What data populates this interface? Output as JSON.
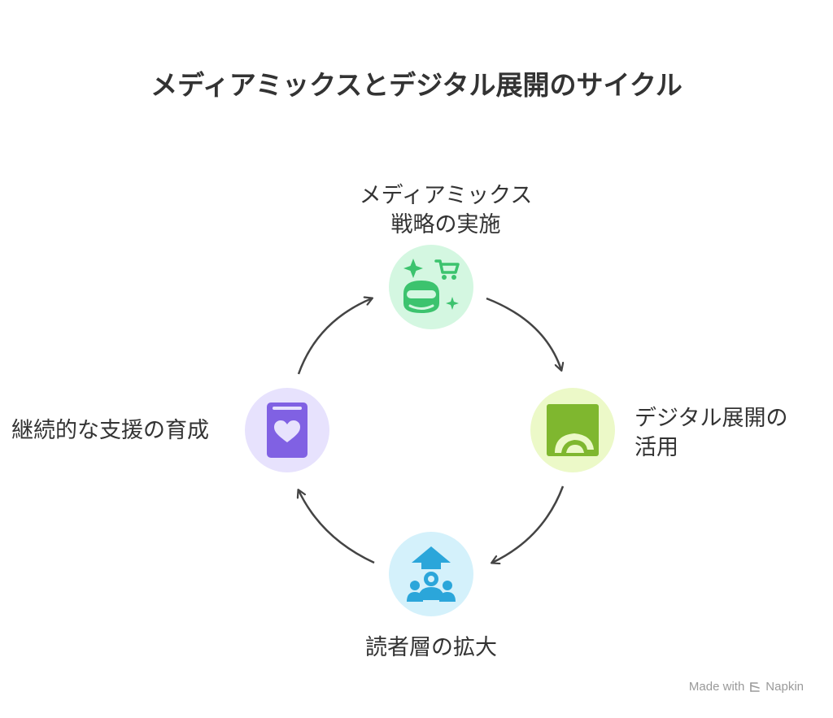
{
  "title": "メディアミックスとデジタル展開のサイクル",
  "nodes": {
    "top": {
      "label_line1": "メディアミックス",
      "label_line2": "戦略の実施",
      "icon": "media-sparkle-cart-icon",
      "bg_color": "#d4f7e1",
      "icon_color": "#3cc36e"
    },
    "right": {
      "label_line1": "デジタル展開の",
      "label_line2": "活用",
      "icon": "digital-display-icon",
      "bg_color": "#ecf9c8",
      "icon_color": "#7fb72f"
    },
    "bottom": {
      "label": "読者層の拡大",
      "icon": "audience-growth-icon",
      "bg_color": "#d4f1fb",
      "icon_color": "#2ba6da"
    },
    "left": {
      "label": "継続的な支援の育成",
      "icon": "heart-book-icon",
      "bg_color": "#e7e2fd",
      "icon_color": "#8061e3"
    }
  },
  "arrow_color": "#444444",
  "watermark": {
    "prefix": "Made with",
    "brand": "Napkin"
  }
}
